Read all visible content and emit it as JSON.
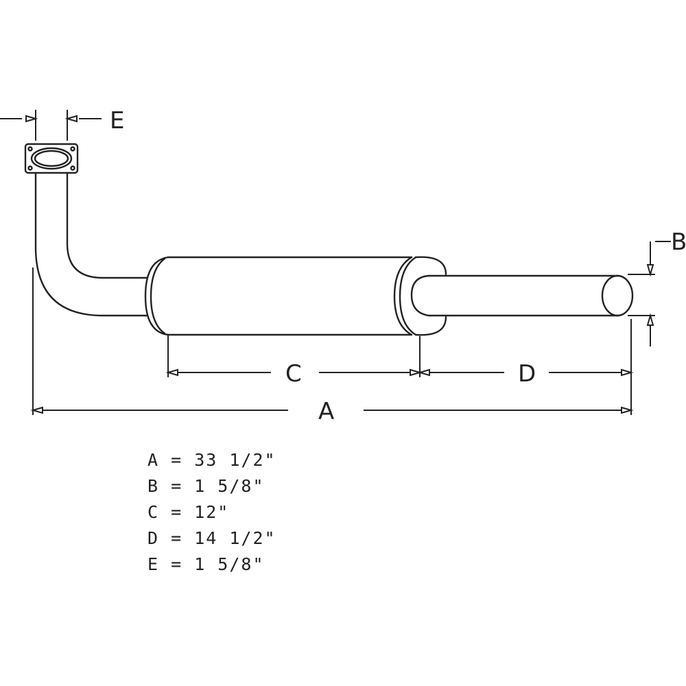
{
  "dimension_labels": {
    "a": "A",
    "b": "B",
    "c": "C",
    "d": "D",
    "e": "E"
  },
  "legend": [
    "A = 33 1/2\"",
    "B = 1 5/8\"",
    "C = 12\"",
    "D = 14 1/2\"",
    "E = 1 5/8\""
  ],
  "colors": {
    "line": "#222222",
    "background": "#ffffff"
  }
}
